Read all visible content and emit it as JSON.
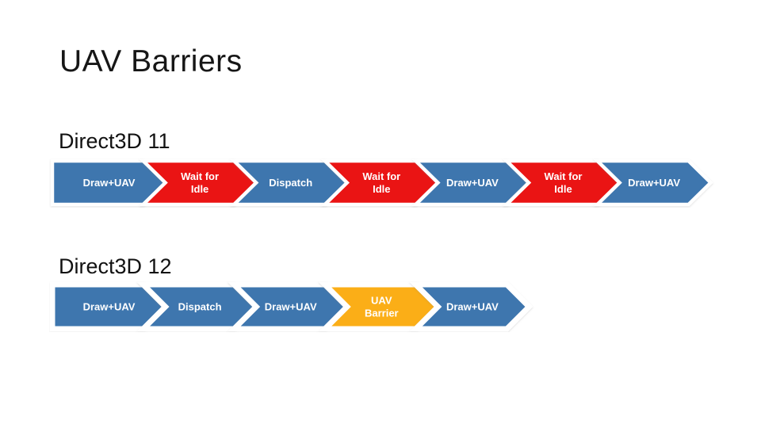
{
  "slide": {
    "title": "UAV Barriers",
    "colors": {
      "blue": "#3E76AE",
      "red": "#EA1414",
      "orange": "#FBAE17",
      "label_text": "#FFFFFF",
      "heading_text": "#111111",
      "background": "#FFFFFF"
    },
    "sections": [
      {
        "heading": "Direct3D 11",
        "chevrons": [
          {
            "label": "Draw+UAV",
            "lines": [
              "Draw+UAV"
            ],
            "color": "blue"
          },
          {
            "label": "Wait for Idle",
            "lines": [
              "Wait for",
              "Idle"
            ],
            "color": "red"
          },
          {
            "label": "Dispatch",
            "lines": [
              "Dispatch"
            ],
            "color": "blue"
          },
          {
            "label": "Wait for Idle",
            "lines": [
              "Wait for",
              "Idle"
            ],
            "color": "red"
          },
          {
            "label": "Draw+UAV",
            "lines": [
              "Draw+UAV"
            ],
            "color": "blue"
          },
          {
            "label": "Wait for Idle",
            "lines": [
              "Wait for",
              "Idle"
            ],
            "color": "red"
          },
          {
            "label": "Draw+UAV",
            "lines": [
              "Draw+UAV"
            ],
            "color": "blue"
          }
        ]
      },
      {
        "heading": "Direct3D 12",
        "chevrons": [
          {
            "label": "Draw+UAV",
            "lines": [
              "Draw+UAV"
            ],
            "color": "blue"
          },
          {
            "label": "Dispatch",
            "lines": [
              "Dispatch"
            ],
            "color": "blue"
          },
          {
            "label": "Draw+UAV",
            "lines": [
              "Draw+UAV"
            ],
            "color": "blue"
          },
          {
            "label": "UAV Barrier",
            "lines": [
              "UAV",
              "Barrier"
            ],
            "color": "orange"
          },
          {
            "label": "Draw+UAV",
            "lines": [
              "Draw+UAV"
            ],
            "color": "blue"
          }
        ]
      }
    ]
  }
}
